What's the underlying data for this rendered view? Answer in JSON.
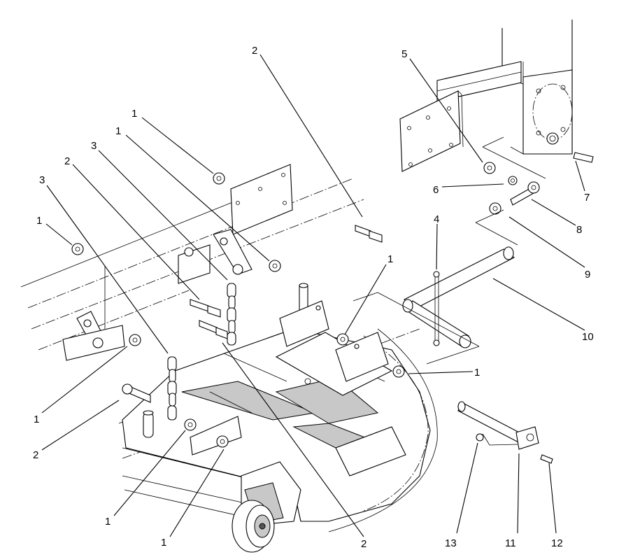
{
  "callouts": [
    {
      "id": "c1a",
      "text": "1"
    },
    {
      "id": "c1b",
      "text": "1"
    },
    {
      "id": "c1c",
      "text": "1"
    },
    {
      "id": "c1d",
      "text": "1"
    },
    {
      "id": "c1e",
      "text": "1"
    },
    {
      "id": "c1f",
      "text": "1"
    },
    {
      "id": "c1g",
      "text": "1"
    },
    {
      "id": "c1h",
      "text": "1"
    },
    {
      "id": "c2a",
      "text": "2"
    },
    {
      "id": "c2b",
      "text": "2"
    },
    {
      "id": "c2c",
      "text": "2"
    },
    {
      "id": "c2d",
      "text": "2"
    },
    {
      "id": "c3a",
      "text": "3"
    },
    {
      "id": "c3b",
      "text": "3"
    },
    {
      "id": "c4",
      "text": "4"
    },
    {
      "id": "c5",
      "text": "5"
    },
    {
      "id": "c6",
      "text": "6"
    },
    {
      "id": "c7",
      "text": "7"
    },
    {
      "id": "c8",
      "text": "8"
    },
    {
      "id": "c9",
      "text": "9"
    },
    {
      "id": "c10",
      "text": "10"
    },
    {
      "id": "c11",
      "text": "11"
    },
    {
      "id": "c12",
      "text": "12"
    },
    {
      "id": "c13",
      "text": "13"
    }
  ]
}
